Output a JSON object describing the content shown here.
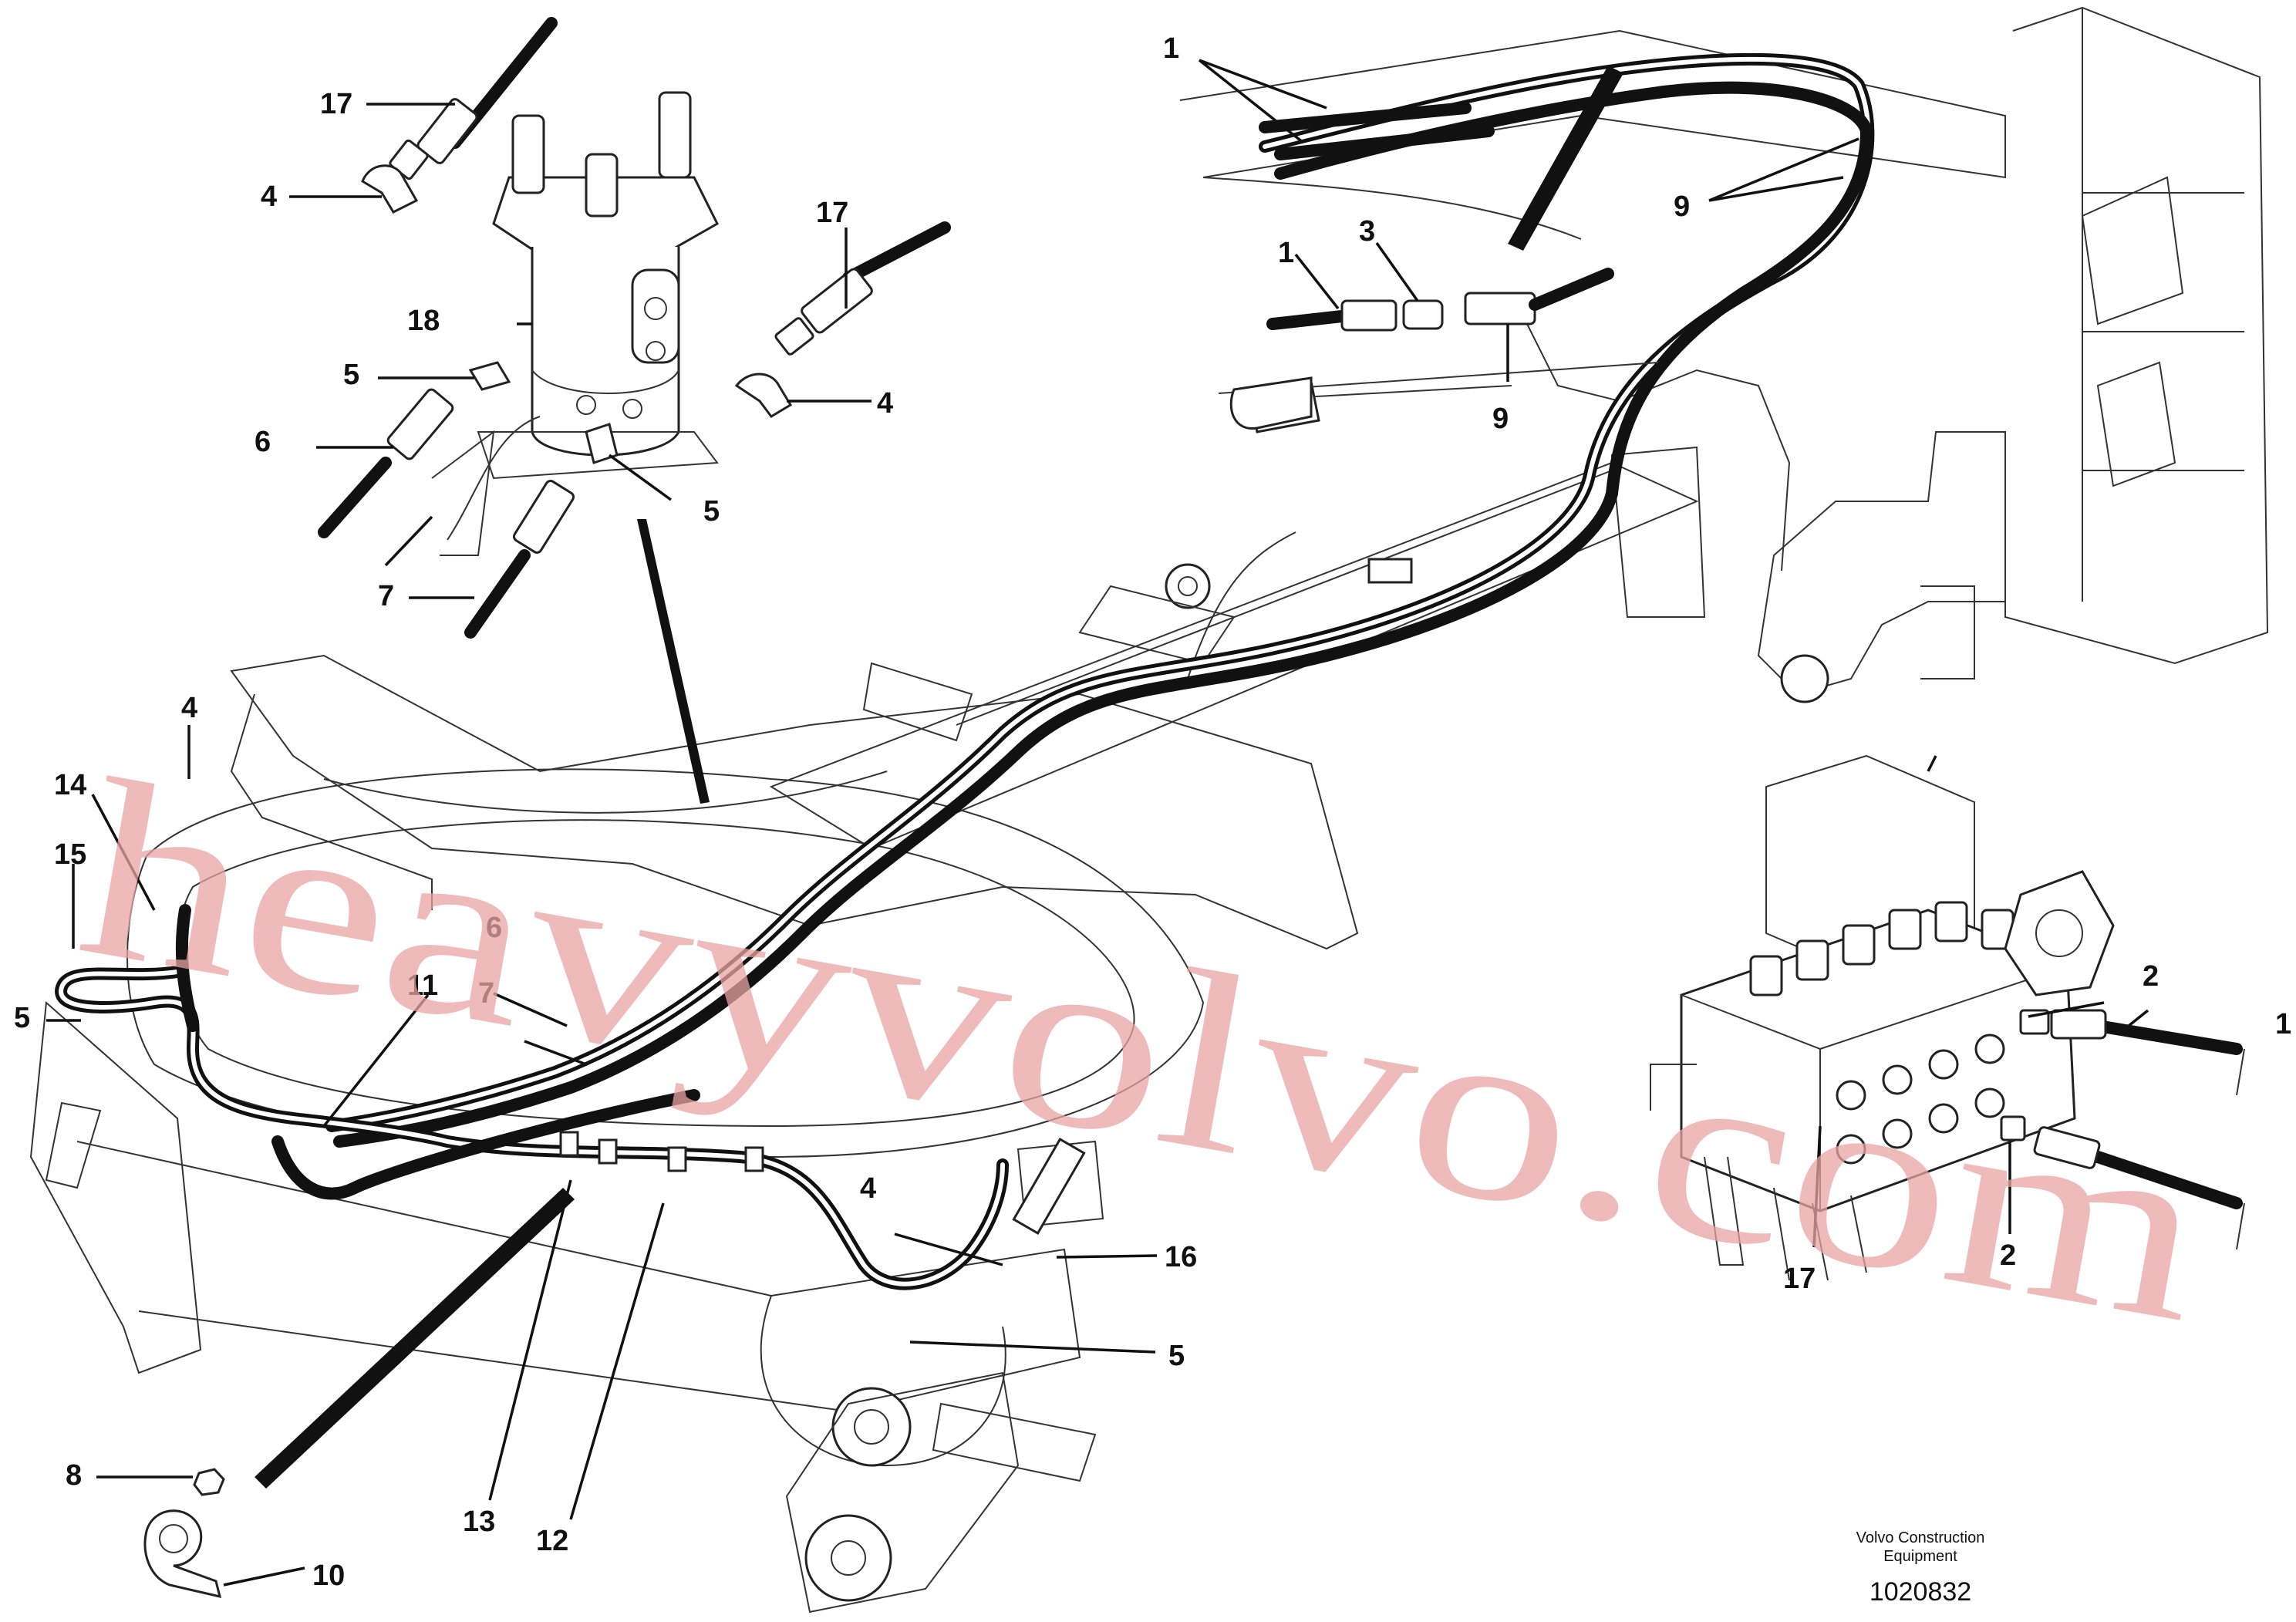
{
  "diagram": {
    "watermark": "heavyvolvo.com",
    "footer": {
      "company_line1": "Volvo Construction",
      "company_line2": "Equipment",
      "drawing_number": "1020832"
    },
    "callouts": {
      "c1_top": "1",
      "c1_mid": "1",
      "c1_right": "1",
      "c2_a": "2",
      "c2_b": "2",
      "c3": "3",
      "c4_tl": "4",
      "c4_swivel": "4",
      "c4_left": "4",
      "c4_bottom": "4",
      "c5_swivel_a": "5",
      "c5_swivel_b": "5",
      "c5_left": "5",
      "c5_bottom": "5",
      "c6_left": "6",
      "c6_mid": "6",
      "c7_left": "7",
      "c7_mid": "7",
      "c8": "8",
      "c9_a": "9",
      "c9_b": "9",
      "c10": "10",
      "c11": "11",
      "c12": "12",
      "c13": "13",
      "c14": "14",
      "c15": "15",
      "c16": "16",
      "c17_tl": "17",
      "c17_swivel": "17",
      "c17_valve": "17",
      "c18": "18"
    }
  }
}
